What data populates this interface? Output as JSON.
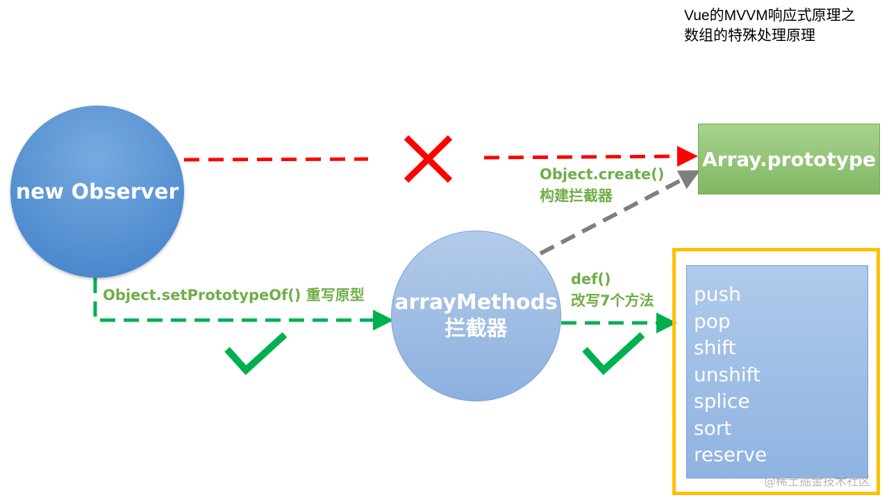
{
  "title": {
    "line1": "Vue的MVVM响应式原理之",
    "line2": "数组的特殊处理原理"
  },
  "nodes": {
    "observer": "new Observer",
    "array_prototype": "Array.prototype",
    "array_methods_line1": "arrayMethods",
    "array_methods_line2": "拦截器"
  },
  "labels": {
    "create_line1": "Object.create()",
    "create_line2": "构建拦截器",
    "set_prototype": "Object.setPrototypeOf() 重写原型",
    "def_line1": "def()",
    "def_line2": "改写7个方法"
  },
  "methods": [
    "push",
    "pop",
    "shift",
    "unshift",
    "splice",
    "sort",
    "reserve"
  ],
  "watermark": "@稀土掘金技术社区",
  "colors": {
    "red": "#ff0000",
    "green": "#00b050",
    "label_green": "#70ad47",
    "gray": "#7f7f7f",
    "yellow": "#ffc000"
  }
}
